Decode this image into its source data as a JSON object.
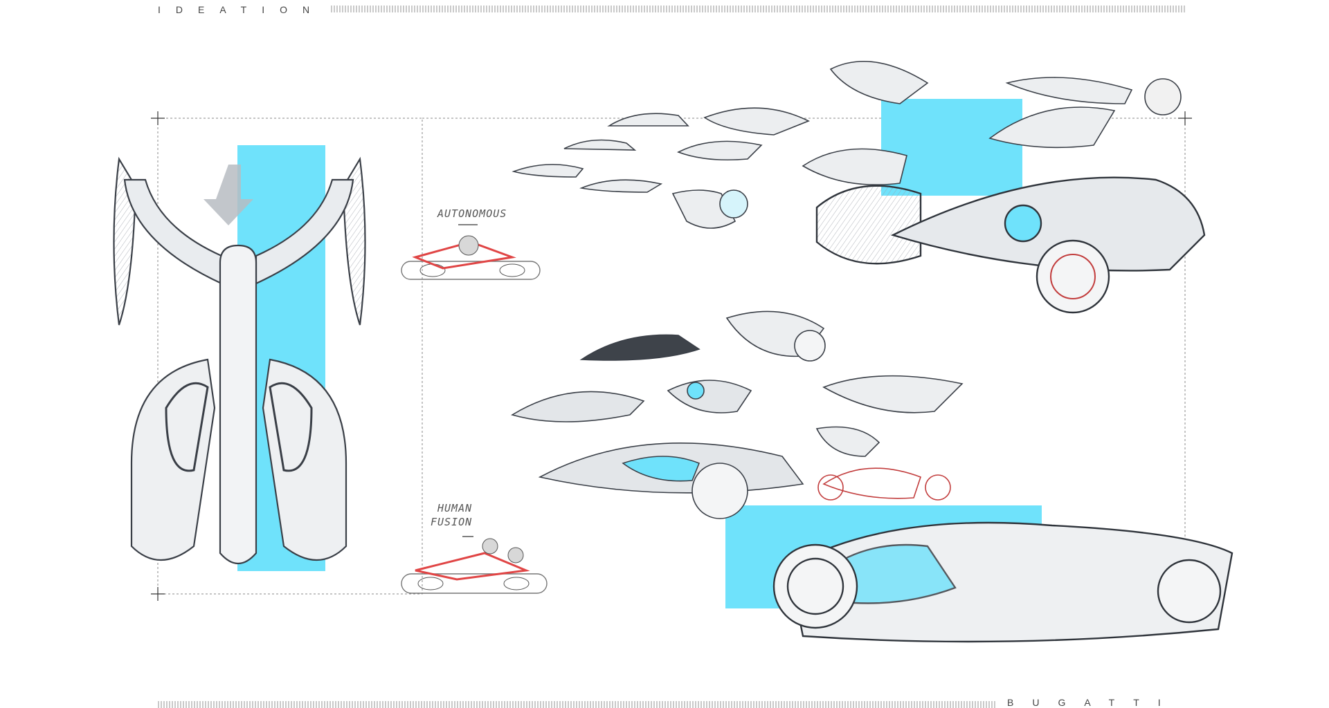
{
  "header": {
    "title": "IDEATION"
  },
  "footer": {
    "brand": "BUGATTI"
  },
  "annotations": {
    "autonomous": "AUTONOMOUS",
    "human_fusion_line1": "HUMAN",
    "human_fusion_line2": "FUSION"
  },
  "colors": {
    "accent": "#6fe2fb",
    "sketch": "#3a3f47",
    "highlight": "#e04545"
  }
}
